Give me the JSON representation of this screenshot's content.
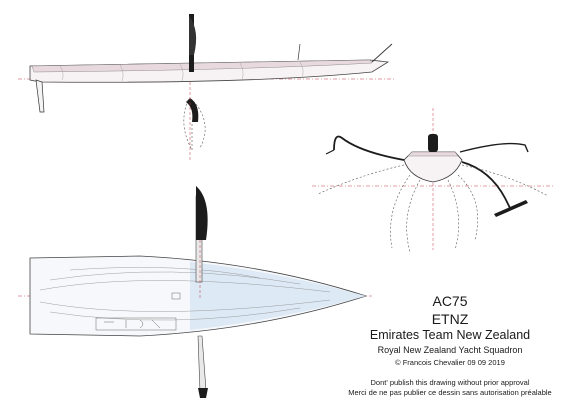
{
  "title_block": {
    "model": "AC75",
    "code": "ETNZ",
    "team": "Emirates Team New Zealand",
    "club": "Royal New Zealand Yacht Squadron",
    "author_date": "© Francois Chevalier 09 09 2019",
    "notice_en": "Dont' publish this drawing without prior approval",
    "notice_fr": "Merci de ne pas publier ce dessin sans autorisation préalable"
  },
  "views": [
    "side-profile",
    "front-section",
    "plan-view"
  ],
  "colors": {
    "background": "#ffffff",
    "line": "#333333",
    "foil_black": "#1c1c1c",
    "centerline_red": "#c0394b",
    "deck_pink": "#e8d9de",
    "plan_fill": "#dde9f5"
  }
}
